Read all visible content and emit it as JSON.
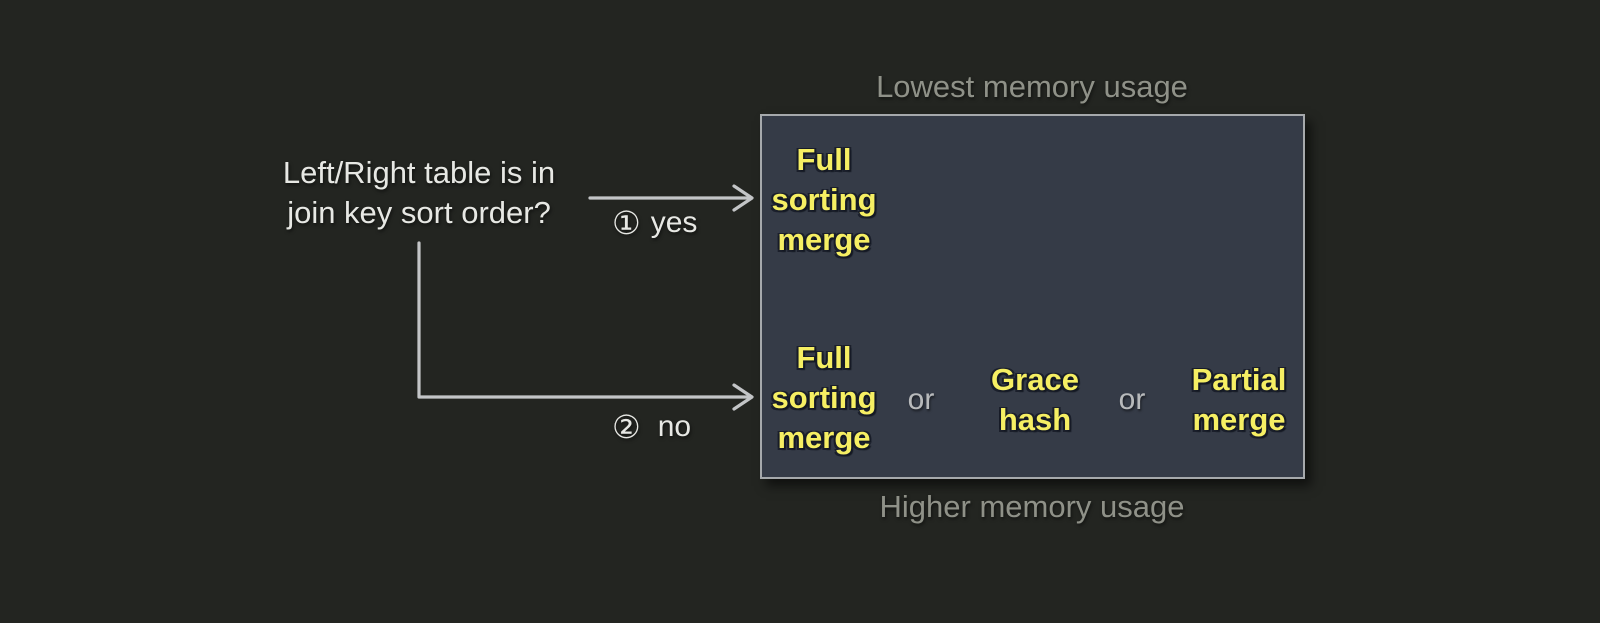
{
  "question": {
    "text": "Left/Right table is in\njoin key sort order?"
  },
  "branches": {
    "yes": {
      "number": "①",
      "label": "yes"
    },
    "no": {
      "number": "②",
      "label": "no"
    }
  },
  "captions": {
    "top": "Lowest memory usage",
    "bottom": "Higher memory usage"
  },
  "box": {
    "top_row": {
      "algorithm": "Full\nsorting\nmerge"
    },
    "bottom_row": {
      "algorithms": [
        "Full\nsorting\nmerge",
        "Grace\nhash",
        "Partial\nmerge"
      ],
      "separator": "or"
    }
  },
  "colors": {
    "background": "#232521",
    "box_fill": "#353b47",
    "box_border": "#a6a9ac",
    "algorithm_text": "#f6ef63",
    "primary_text": "#e7e8e4",
    "muted_caption": "#8f9188",
    "connector": "#c3c5c7"
  }
}
